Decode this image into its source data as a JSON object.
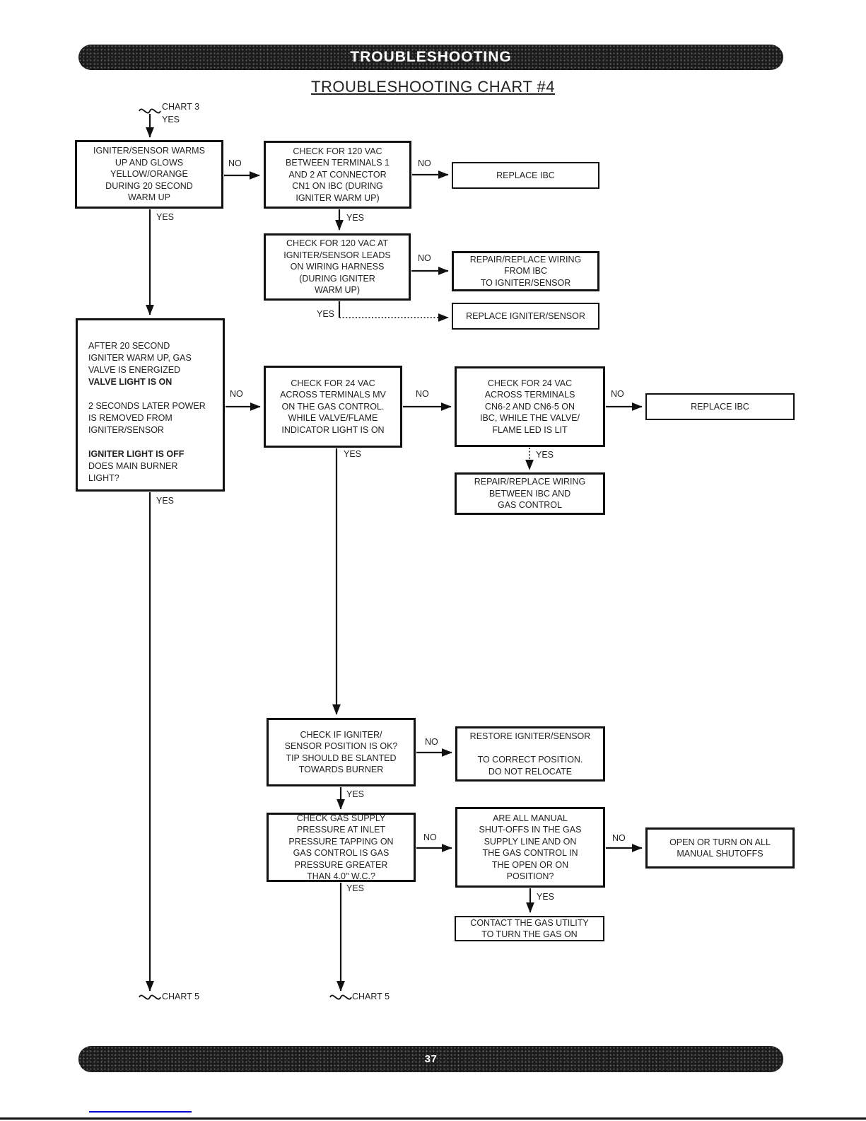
{
  "page": {
    "section_banner": "TROUBLESHOOTING",
    "title": "TROUBLESHOOTING CHART #4",
    "page_number": "37"
  },
  "edge_labels": {
    "yes": "YES",
    "no": "NO"
  },
  "offpage": {
    "entry_chart": "CHART 3",
    "entry_branch": "YES",
    "exit_chart": "CHART 5"
  },
  "nodes": {
    "igniter_warmup": "IGNITER/SENSOR WARMS\nUP AND GLOWS\nYELLOW/ORANGE\nDURING 20 SECOND\nWARM UP",
    "check_120_cn1": "CHECK FOR 120 VAC\nBETWEEN TERMINALS 1\nAND 2 AT CONNECTOR\nCN1 ON IBC (DURING\nIGNITER WARM UP)",
    "replace_ibc_1": "REPLACE IBC",
    "check_120_leads": "CHECK FOR 120 VAC AT\nIGNITER/SENSOR LEADS\nON WIRING HARNESS\n(DURING IGNITER\nWARM UP)",
    "repair_wiring_igniter": "REPAIR/REPLACE WIRING\nFROM IBC\nTO IGNITER/SENSOR",
    "replace_igniter": "REPLACE IGNITER/SENSOR",
    "after_warmup": {
      "p1": "AFTER 20 SECOND\nIGNITER WARM UP, GAS\nVALVE IS ENERGIZED",
      "p1_bold": "VALVE LIGHT IS ON",
      "p2": "2 SECONDS LATER POWER\nIS REMOVED FROM\nIGNITER/SENSOR",
      "p3_bold": "IGNITER LIGHT IS OFF",
      "p3": "DOES MAIN BURNER\nLIGHT?"
    },
    "check_24_mv": "CHECK FOR 24 VAC\nACROSS TERMINALS MV\nON THE GAS CONTROL.\nWHILE VALVE/FLAME\nINDICATOR LIGHT IS ON",
    "check_24_cn6": "CHECK FOR 24 VAC\nACROSS TERMINALS\nCN6-2 AND CN6-5 ON\nIBC, WHILE THE VALVE/\nFLAME LED IS LIT",
    "replace_ibc_2": "REPLACE IBC",
    "repair_wiring_gas": "REPAIR/REPLACE WIRING\nBETWEEN IBC AND\nGAS CONTROL",
    "check_position": "CHECK IF IGNITER/\nSENSOR POSITION IS OK?\nTIP SHOULD BE SLANTED\nTOWARDS BURNER",
    "restore_position": "RESTORE IGNITER/SENSOR\n\nTO CORRECT POSITION.\nDO NOT RELOCATE",
    "check_gas_pressure": "CHECK GAS SUPPLY\nPRESSURE AT INLET\nPRESSURE TAPPING ON\nGAS CONTROL IS GAS\nPRESSURE GREATER\nTHAN 4.0\" W.C.?",
    "shutoffs_open": "ARE ALL MANUAL\nSHUT-OFFS IN THE GAS\nSUPPLY LINE AND ON\nTHE GAS CONTROL IN\nTHE OPEN OR ON\nPOSITION?",
    "open_shutoffs": "OPEN OR TURN ON ALL\nMANUAL SHUTOFFS",
    "contact_utility": "CONTACT THE GAS UTILITY\nTO TURN THE GAS ON"
  },
  "edges": [
    {
      "from": "CHART 3",
      "to": "igniter_warmup",
      "label": "YES"
    },
    {
      "from": "igniter_warmup",
      "to": "check_120_cn1",
      "label": "NO"
    },
    {
      "from": "igniter_warmup",
      "to": "after_warmup",
      "label": "YES"
    },
    {
      "from": "check_120_cn1",
      "to": "replace_ibc_1",
      "label": "NO"
    },
    {
      "from": "check_120_cn1",
      "to": "check_120_leads",
      "label": "YES"
    },
    {
      "from": "check_120_leads",
      "to": "repair_wiring_igniter",
      "label": "NO"
    },
    {
      "from": "check_120_leads",
      "to": "replace_igniter",
      "label": "YES"
    },
    {
      "from": "after_warmup",
      "to": "check_24_mv",
      "label": "NO"
    },
    {
      "from": "after_warmup",
      "to": "CHART 5",
      "label": "YES"
    },
    {
      "from": "check_24_mv",
      "to": "check_24_cn6",
      "label": "NO"
    },
    {
      "from": "check_24_mv",
      "to": "check_position",
      "label": "YES"
    },
    {
      "from": "check_24_cn6",
      "to": "replace_ibc_2",
      "label": "NO"
    },
    {
      "from": "check_24_cn6",
      "to": "repair_wiring_gas",
      "label": "YES"
    },
    {
      "from": "check_position",
      "to": "restore_position",
      "label": "NO"
    },
    {
      "from": "check_position",
      "to": "check_gas_pressure",
      "label": "YES"
    },
    {
      "from": "check_gas_pressure",
      "to": "shutoffs_open",
      "label": "NO"
    },
    {
      "from": "check_gas_pressure",
      "to": "CHART 5",
      "label": "YES"
    },
    {
      "from": "shutoffs_open",
      "to": "open_shutoffs",
      "label": "NO"
    },
    {
      "from": "shutoffs_open",
      "to": "contact_utility",
      "label": "YES"
    }
  ],
  "colors": {
    "banner_background": "#1b1b1b",
    "banner_text": "#ffffff",
    "line_black": "#111111",
    "link_blue": "#0000cc"
  }
}
